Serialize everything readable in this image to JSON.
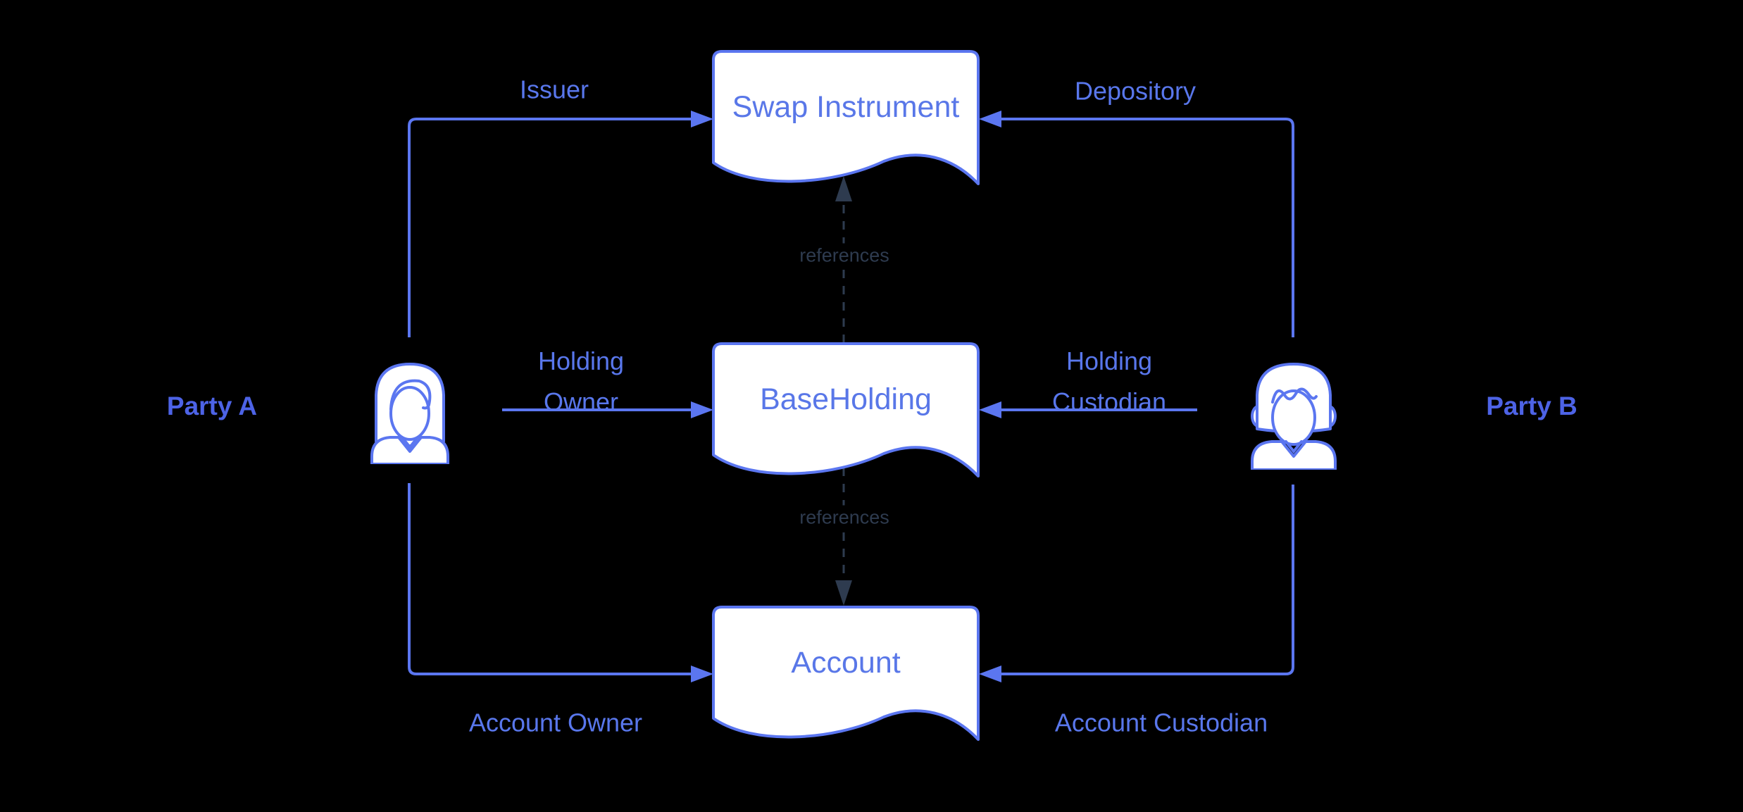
{
  "canvas": {
    "background": "#000000"
  },
  "palette": {
    "accent_blue": "#5B76F0",
    "node_fill": "#FFFFFF",
    "node_text": "#5977E8",
    "edge_label_text": "#5977EC",
    "party_text": "#4D63E6",
    "reference_dark": "#2E3B4F"
  },
  "nodes": {
    "swap_instrument": {
      "label": "Swap Instrument"
    },
    "base_holding": {
      "label": "BaseHolding"
    },
    "account": {
      "label": "Account"
    }
  },
  "actors": {
    "party_a": {
      "label": "Party A",
      "icon": "woman-user-icon"
    },
    "party_b": {
      "label": "Party B",
      "icon": "man-user-icon"
    }
  },
  "edges": {
    "issuer": {
      "label": "Issuer",
      "from": "Party A",
      "to": "Swap Instrument"
    },
    "depository": {
      "label": "Depository",
      "from": "Party B",
      "to": "Swap Instrument"
    },
    "holding_owner": {
      "label": "Holding Owner",
      "from": "Party A",
      "to": "BaseHolding"
    },
    "holding_custodian": {
      "label": "Holding Custodian",
      "from": "Party B",
      "to": "BaseHolding"
    },
    "account_owner": {
      "label": "Account Owner",
      "from": "Party A",
      "to": "Account"
    },
    "account_custodian": {
      "label": "Account Custodian",
      "from": "Party B",
      "to": "Account"
    },
    "references_top": {
      "label": "references",
      "from": "BaseHolding",
      "to": "Swap Instrument"
    },
    "references_bottom": {
      "label": "references",
      "from": "BaseHolding",
      "to": "Account"
    }
  }
}
